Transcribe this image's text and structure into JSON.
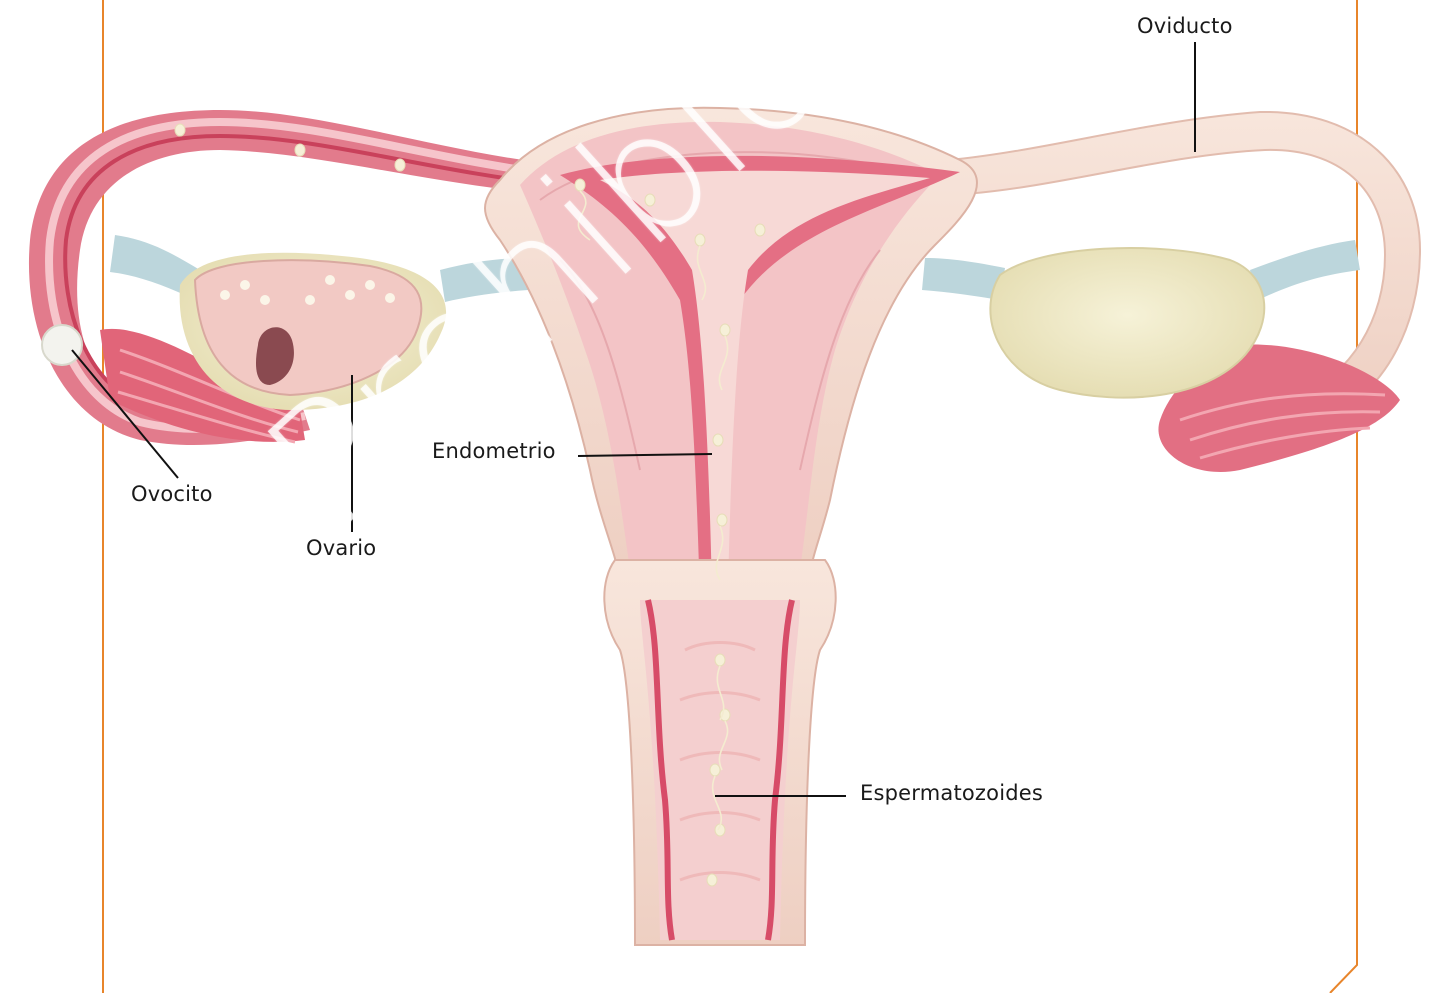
{
  "labels": {
    "oviducto": "Oviducto",
    "ovocito": "Ovocito",
    "ovario": "Ovario",
    "endometrio": "Endometrio",
    "espermatozoides": "Espermatozoides"
  },
  "watermark": "Prohibida su reproducción",
  "colors": {
    "frame": "#e8852b",
    "tissue_dark": "#d9566e",
    "tissue_mid": "#ec9ba7",
    "tissue_light": "#f6cfcf",
    "skin": "#f4ded3",
    "ovary": "#efe9c6",
    "ligament": "#bcd6dc"
  }
}
